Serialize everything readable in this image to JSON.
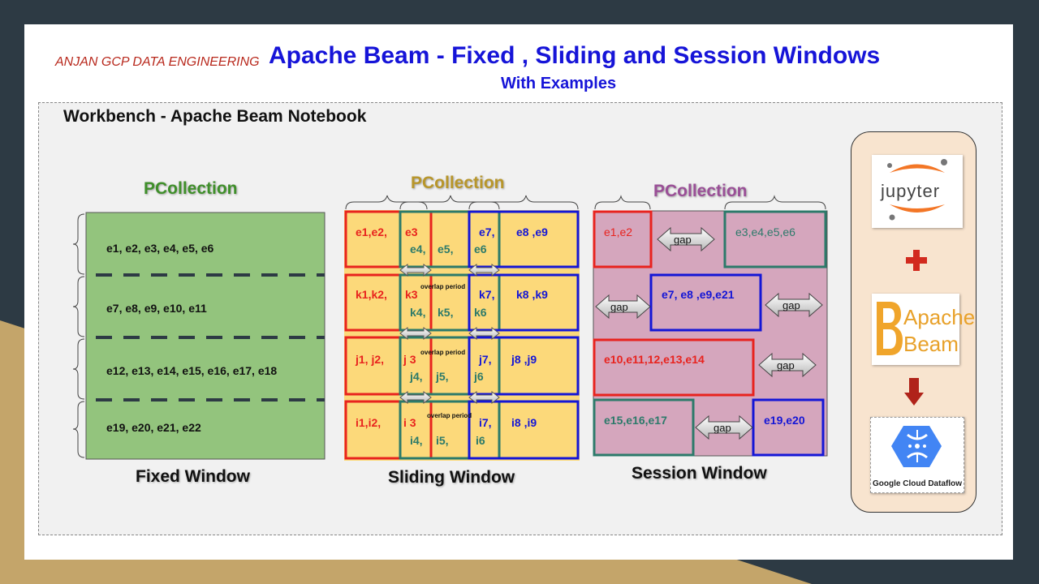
{
  "header": {
    "brand": "ANJAN GCP DATA  ENGINEERING",
    "title": "Apache Beam - Fixed , Sliding and Session Windows",
    "subtitle": "With Examples"
  },
  "workbench": {
    "label": "Workbench - Apache Beam Notebook"
  },
  "fixed": {
    "pcollection": "PCollection",
    "caption": "Fixed Window",
    "rows": [
      "e1, e2, e3, e4,  e5, e6",
      "e7, e8, e9, e10, e11",
      "e12, e13,  e14, e15, e16, e17, e18",
      "e19, e20, e21, e22"
    ]
  },
  "sliding": {
    "pcollection": "PCollection",
    "caption": "Sliding Window",
    "overlap_label": "overlap period",
    "rows": [
      {
        "a": "e1,e2,",
        "b": "e3",
        "c": "e4,",
        "d": "e5,",
        "e": "e7,",
        "f": "e6",
        "g": "e8  ,e9"
      },
      {
        "a": "k1,k2,",
        "b": "k3",
        "c": "k4,",
        "d": "k5,",
        "e": "k7,",
        "f": "k6",
        "g": "k8  ,k9"
      },
      {
        "a": "j1, j2,",
        "b": "j 3",
        "c": "j4,",
        "d": "j5,",
        "e": "j7,",
        "f": "j6",
        "g": "j8  ,j9"
      },
      {
        "a": "i1,i2,",
        "b": "i 3",
        "c": "i4,",
        "d": "i5,",
        "e": "i7,",
        "f": "i6",
        "g": "i8  ,i9"
      }
    ]
  },
  "session": {
    "pcollection": "PCollection",
    "caption": "Session Window",
    "gap_label": "gap",
    "windows": [
      "e1,e2",
      "e3,e4,e5,e6",
      "e7, e8  ,e9,e21",
      "e10,e11,12,e13,e14",
      "e15,e16,e17",
      "e19,e20"
    ]
  },
  "tools": {
    "jupyter": "jupyter",
    "plus": "+",
    "beam_line1": "Apache",
    "beam_line2": "Beam",
    "dataflow": "Google Cloud Dataflow"
  },
  "colors": {
    "title_blue": "#1614d8",
    "brand_red": "#b8281c",
    "fixed_green": "#93c47d",
    "sliding_yellow": "#fcd97a",
    "session_pink": "#d5a6bd",
    "window_red": "#e8231e",
    "window_blue": "#1416d6",
    "window_teal": "#2c7a6a",
    "pc_green": "#3f8f2a",
    "pc_gold": "#b8962a",
    "pc_purple": "#9a4f97"
  }
}
